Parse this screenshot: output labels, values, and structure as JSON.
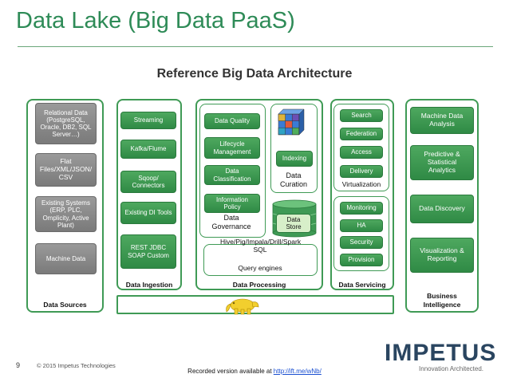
{
  "title": "Data Lake (Big Data PaaS)",
  "subtitle": "Reference Big Data Architecture",
  "sources": {
    "label": "Data Sources",
    "items": [
      "Relational Data (PostgreSQL, Oracle, DB2, SQL Server…)",
      "Flat Files/XML/JSON/ CSV",
      "Existing Systems (ERP, PLC, Omplicity, Active Plant)",
      "Machine Data"
    ]
  },
  "ingestion": {
    "label": "Data Ingestion",
    "items": [
      "Streaming",
      "Kafka/Flume",
      "Sqoop/ Connectors",
      "Existing DI Tools",
      "REST JDBC SOAP Custom"
    ]
  },
  "processing": {
    "label": "Data Processing",
    "governance": {
      "label": "Data Governance",
      "items": [
        "Data Quality",
        "Lifecycle Management",
        "Data Classification",
        "Information Policy"
      ]
    },
    "curation": {
      "label": "Data Curation",
      "items": [
        "Indexing"
      ]
    },
    "store_label": "Data Store",
    "query": {
      "title": "Hive/Pig/Impala/Drill/Spark SQL",
      "label": "Query engines"
    }
  },
  "servicing": {
    "label": "Data Servicing",
    "virtualization": {
      "label": "Virtualization",
      "items": [
        "Search",
        "Federation",
        "Access",
        "Delivery"
      ]
    },
    "ops_items": [
      "Monitoring",
      "HA",
      "Security",
      "Provision"
    ]
  },
  "bi": {
    "label": "Business Intelligence",
    "items": [
      "Machine Data Analysis",
      "Predictive & Statistical Analytics",
      "Data Discovery",
      "Visualization & Reporting"
    ]
  },
  "footer": {
    "page_number": "9",
    "copyright": "© 2015 Impetus Technologies",
    "recorded_text": "Recorded version available at ",
    "recorded_link": "http://ift.me/wNb/"
  },
  "logo": {
    "word": "IMPETUS",
    "tagline": "Innovation Architected."
  },
  "colors": {
    "accent": "#2e8b57",
    "panel_border": "#3f9a55",
    "gray_box": "#8a8a8a",
    "green_box": "#3d9a51"
  },
  "icons": [
    "hadoop-elephant-icon",
    "data-cube-icon",
    "database-cylinder-icon"
  ]
}
